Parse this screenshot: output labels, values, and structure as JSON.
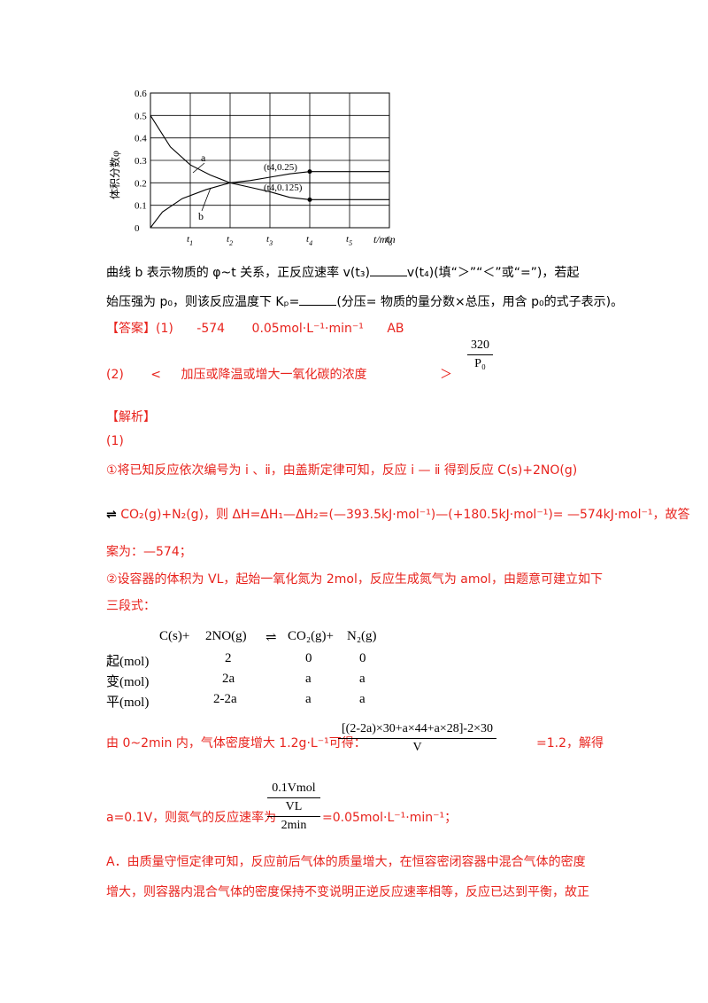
{
  "chart_data": {
    "type": "line",
    "ylabel": "体积分数φ",
    "xlabel": "t/min",
    "ylim": [
      0,
      0.6
    ],
    "yticks": [
      "0",
      "0.1",
      "0.2",
      "0.3",
      "0.4",
      "0.5",
      "0.6"
    ],
    "xticks": [
      "t1",
      "t2",
      "t3",
      "t4",
      "t5",
      "t6"
    ],
    "grid": true,
    "series": [
      {
        "name": "a",
        "points": [
          [
            0,
            0.5
          ],
          [
            0.5,
            0.36
          ],
          [
            1,
            0.28
          ],
          [
            1.5,
            0.235
          ],
          [
            2,
            0.2
          ],
          [
            2.5,
            0.21
          ],
          [
            3,
            0.225
          ],
          [
            3.5,
            0.24
          ],
          [
            4,
            0.25
          ],
          [
            6,
            0.25
          ]
        ]
      },
      {
        "name": "b",
        "points": [
          [
            0,
            0.0
          ],
          [
            0.3,
            0.07
          ],
          [
            0.8,
            0.13
          ],
          [
            1.4,
            0.17
          ],
          [
            2,
            0.2
          ],
          [
            2.5,
            0.18
          ],
          [
            3,
            0.16
          ],
          [
            3.5,
            0.135
          ],
          [
            4,
            0.125
          ],
          [
            6,
            0.125
          ]
        ]
      }
    ],
    "annotations": [
      {
        "text": "(t4,0.25)",
        "x": 4,
        "y": 0.25
      },
      {
        "text": "(t4,0.125)",
        "x": 4,
        "y": 0.125
      }
    ],
    "curve_labels": [
      "a",
      "b"
    ]
  },
  "q": {
    "line1": "曲线 b 表示物质的 φ~t 关系，正反应速率 v(t₃)",
    "line1b": "v(t₄)(填“＞”“＜”或“=”)，若起",
    "line2": "始压强为 p₀，则该反应温度下 Kₚ=",
    "line2b": "(分压= 物质的量分数×总压，用含 p₀的式子表示)。"
  },
  "answer": {
    "label": "【答案】(1)",
    "a1": "-574",
    "a2": "0.05mol·L⁻¹·min⁻¹",
    "a3": "AB",
    "p2": "(2)",
    "b1": "<",
    "b2": "加压或降温或增大一氧化碳的浓度",
    "b3": "＞",
    "kp_num": "320",
    "kp_den": "P₀"
  },
  "analysis": {
    "title": "【解析】",
    "p1": "(1)",
    "s1": "①将已知反应依次编号为 ⅰ 、ⅱ，由盖斯定律可知，反应 ⅰ — ⅱ 得到反应 C(s)+2NO(g)",
    "s2a": "CO₂(g)+N₂(g)，则 ΔH=ΔH₁—ΔH₂=(—393.5kJ·mol⁻¹)—(+180.5kJ·mol⁻¹)= —574kJ·mol⁻¹，故答",
    "s2b": "案为：—574；",
    "s3": "②设容器的体积为 VL，起始一氧化氮为 2mol，反应生成氮气为 amol，由题意可建立如下",
    "s3b": "三段式：",
    "table": {
      "head": [
        "C(s)+",
        "2NO(g)",
        "⇌",
        "CO₂(g)+",
        "N₂(g)"
      ],
      "rows": [
        [
          "起(mol)",
          "2",
          "0",
          "0"
        ],
        [
          "变(mol)",
          "2a",
          "a",
          "a"
        ],
        [
          "平(mol)",
          "2-2a",
          "a",
          "a"
        ]
      ]
    },
    "s4a": "由 0~2min 内，气体密度增大 1.2g·L⁻¹可得：",
    "s4num": "[(2-2a)×30+a×44+a×28]-2×30",
    "s4den": "V",
    "s4b": "=1.2，解得",
    "s5a": "a=0.1V，则氮气的反应速率为",
    "s5num_top": "0.1Vmol",
    "s5num_mid": "VL",
    "s5den": "2min",
    "s5b": "=0.05mol·L⁻¹·min⁻¹；",
    "s6": "A．由质量守恒定律可知，反应前后气体的质量增大，在恒容密闭容器中混合气体的密度",
    "s7": "增大，则容器内混合气体的密度保持不变说明正逆反应速率相等，反应已达到平衡，故正"
  }
}
